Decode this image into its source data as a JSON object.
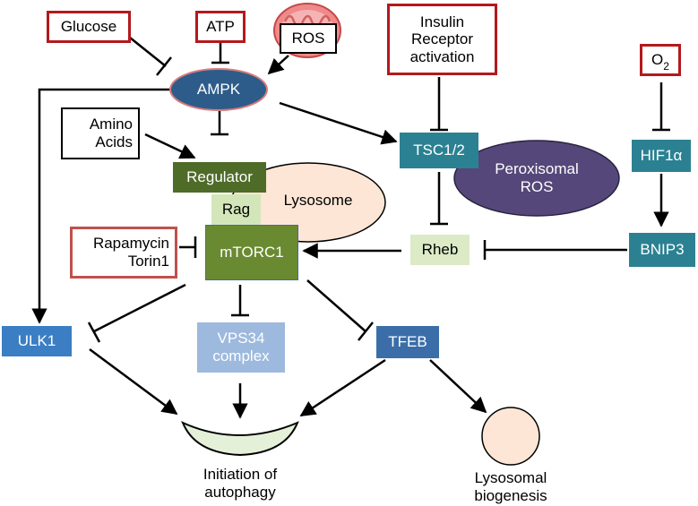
{
  "nodes": {
    "glucose": "Glucose",
    "atp": "ATP",
    "ros": "ROS",
    "insulin": "Insulin Receptor activation",
    "o2": "O",
    "o2_sub": "2",
    "ampk": "AMPK",
    "amino_acids": "Amino Acids",
    "regulator": "Regulator",
    "rag": "Rag",
    "lysosome": "Lysosome",
    "tsc": "TSC1/2",
    "peroxisomal": "Peroxisomal ROS",
    "hif": "HIF1α",
    "rapamycin": "Rapamycin",
    "torin": "Torin1",
    "mtorc1": "mTORC1",
    "rheb": "Rheb",
    "bnip3": "BNIP3",
    "ulk1": "ULK1",
    "vps34": "VPS34 complex",
    "tfeb": "TFEB",
    "autophagy": "Initiation of autophagy",
    "biogenesis": "Lysosomal biogenesis"
  },
  "colors": {
    "inhibitor_box_border": "#b3191d",
    "ampk": "#2e5c8a",
    "regulator": "#4e6b28",
    "rag": "#d3e6b9",
    "mtorc1": "#6a8a31",
    "lysosome": "#fde6d6",
    "peroxisomal": "#55477a",
    "teal": "#2b8192",
    "ulk1": "#3b7ec4",
    "vps34": "#9db9de",
    "rheb": "#dceac6"
  }
}
